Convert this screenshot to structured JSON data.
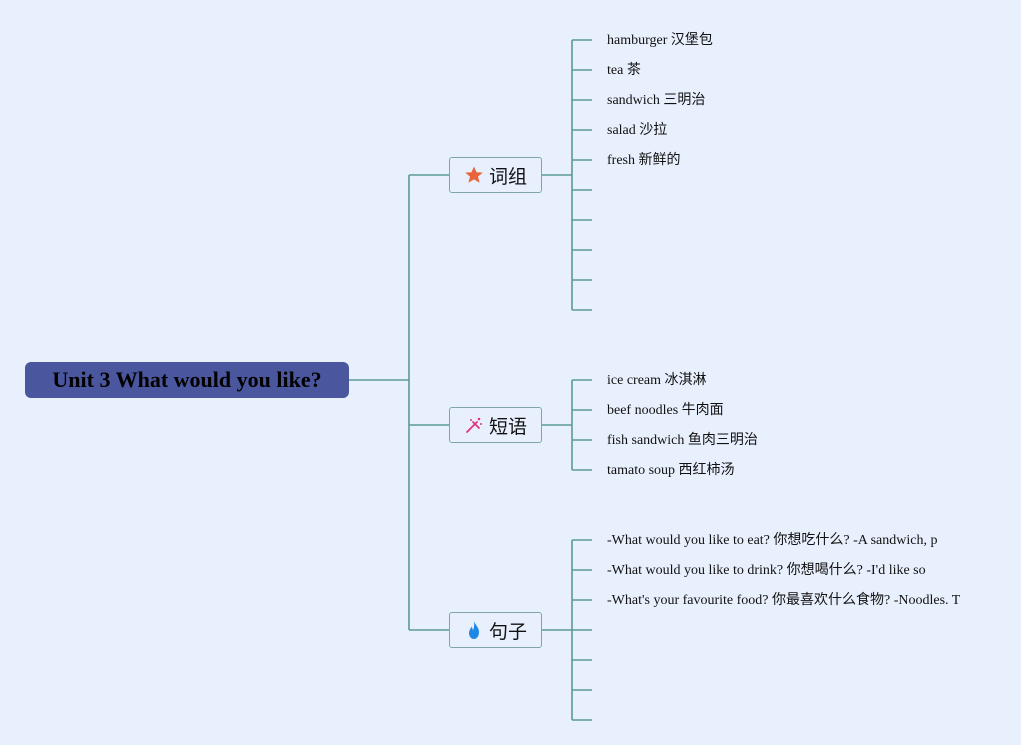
{
  "root": {
    "title": "Unit 3 What would you like?"
  },
  "colors": {
    "background": "#e8f0fe",
    "root_fill": "#4a569d",
    "connector": "#5b9a93",
    "branch_border": "#7fa6a6",
    "star_icon": "#e8643a",
    "wand_icon": "#e0357a",
    "fire_icon": "#1e88e5"
  },
  "branches": [
    {
      "label": "词组",
      "icon": "star-icon",
      "leaves": [
        "hamburger 汉堡包",
        "tea 茶",
        "sandwich 三明治",
        "salad 沙拉",
        "fresh 新鲜的",
        "",
        "",
        "",
        "",
        ""
      ]
    },
    {
      "label": "短语",
      "icon": "magic-wand-icon",
      "leaves": [
        "ice cream 冰淇淋",
        "beef noodles 牛肉面",
        "fish sandwich 鱼肉三明治",
        "tamato soup 西红柿汤"
      ]
    },
    {
      "label": "句子",
      "icon": "fire-icon",
      "leaves": [
        "-What would you like to eat? 你想吃什么?  -A sandwich, p",
        "-What would you like to drink? 你想喝什么?  -I'd like so",
        "-What's your favourite food? 你最喜欢什么食物? -Noodles. T",
        "",
        "",
        "",
        ""
      ]
    }
  ]
}
